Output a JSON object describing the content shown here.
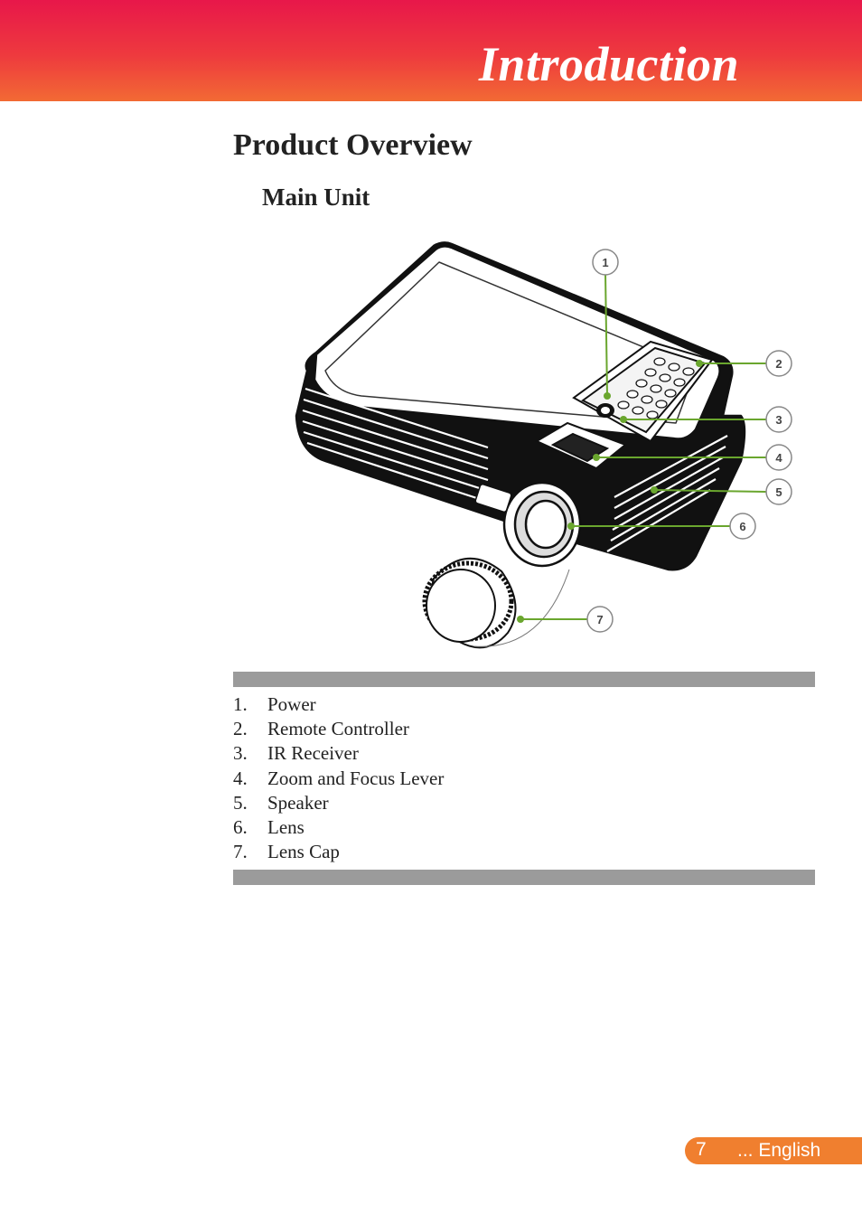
{
  "header": {
    "title": "Introduction"
  },
  "section_title": "Product Overview",
  "subsection_title": "Main Unit",
  "callouts": [
    "1",
    "2",
    "3",
    "4",
    "5",
    "6",
    "7"
  ],
  "parts": [
    {
      "num": "1.",
      "label": "Power"
    },
    {
      "num": "2.",
      "label": "Remote Controller"
    },
    {
      "num": "3.",
      "label": "IR Receiver"
    },
    {
      "num": "4.",
      "label": "Zoom and Focus Lever"
    },
    {
      "num": "5.",
      "label": "Speaker"
    },
    {
      "num": "6.",
      "label": "Lens"
    },
    {
      "num": "7.",
      "label": "Lens Cap"
    }
  ],
  "footer": {
    "page_number": "7",
    "language": "... English"
  },
  "colors": {
    "header": "#e8174a",
    "header_accent": "#f26a34",
    "callout_line": "#6aa62e",
    "table_bar": "#9b9b9b",
    "page_tab": "#f07f2f"
  }
}
